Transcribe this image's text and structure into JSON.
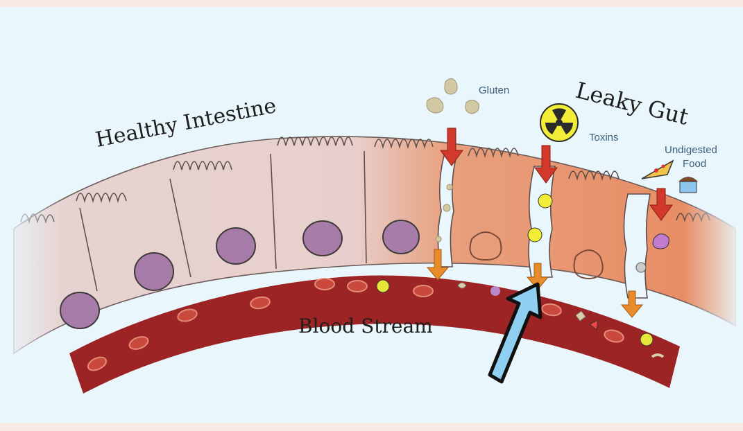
{
  "labels": {
    "healthy": "Healthy Intestine",
    "leaky": "Leaky Gut",
    "blood": "Blood Stream",
    "gluten": "Gluten",
    "toxins": "Toxins",
    "undigested_line1": "Undigested",
    "undigested_line2": "Food"
  },
  "colors": {
    "background": "#e9f6fb",
    "healthy_cell": "#e8cfcb",
    "leaky_cell": "#e8906a",
    "nucleus": "#a77ca8",
    "blood_vessel": "#9c2424",
    "red_cell": "#c94a3c",
    "red_arrow": "#d0392b",
    "orange_arrow": "#e88b2a",
    "pointer_arrow": "#8fd0f2"
  }
}
